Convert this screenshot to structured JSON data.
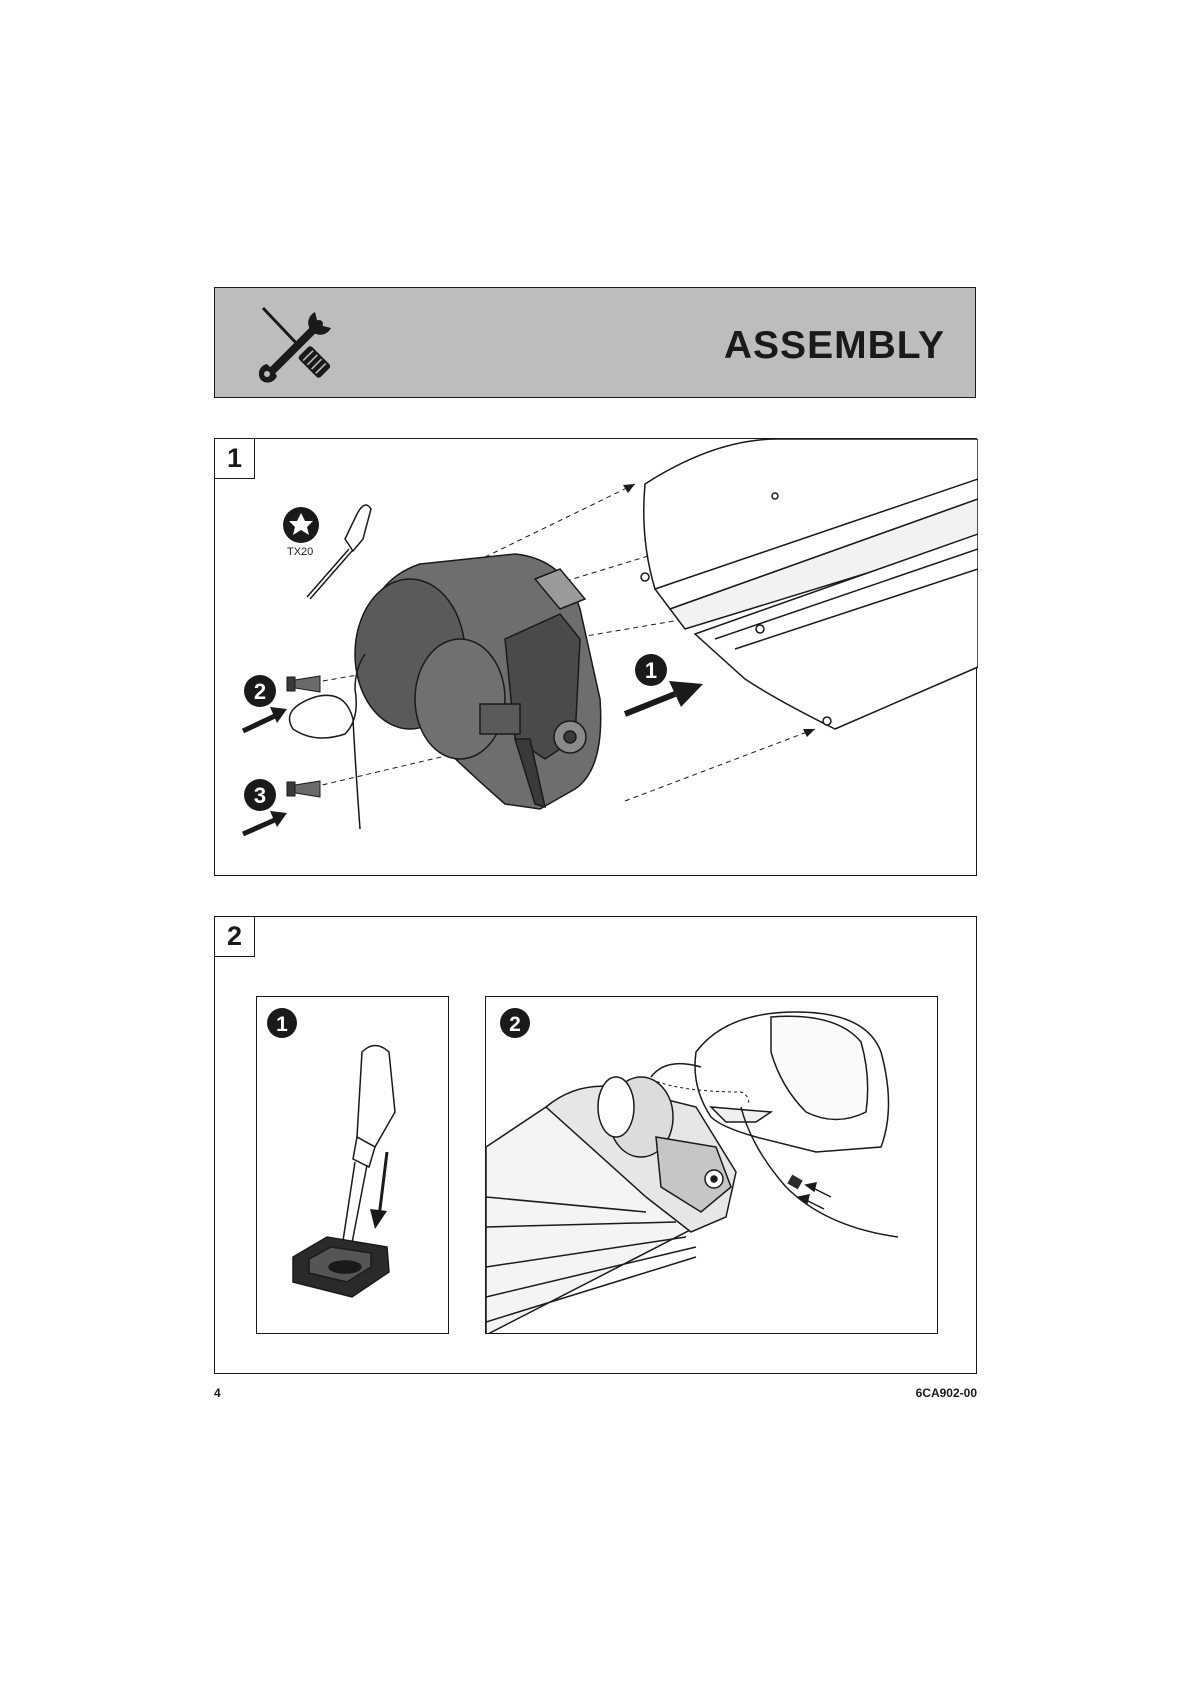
{
  "header": {
    "title": "ASSEMBLY",
    "icon": "tools-icon"
  },
  "step1": {
    "number": "1",
    "tool_label": "TX20",
    "callouts": [
      "1",
      "2",
      "3"
    ]
  },
  "step2": {
    "number": "2",
    "panels": [
      {
        "callout": "1"
      },
      {
        "callout": "2"
      }
    ]
  },
  "footer": {
    "page_number": "4",
    "doc_code": "6CA902-00"
  }
}
